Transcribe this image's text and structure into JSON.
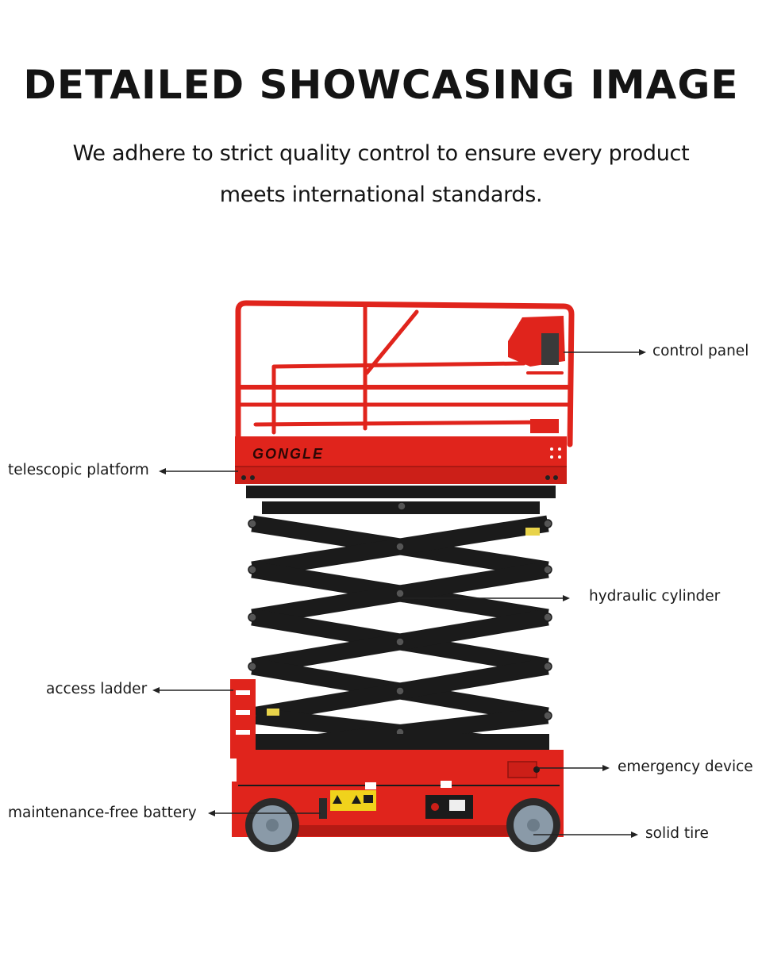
{
  "heading": {
    "title": "DETAILED SHOWCASING IMAGE",
    "subtitle_line1": "We adhere to strict quality control to ensure every product",
    "subtitle_line2": "meets international standards."
  },
  "product": {
    "brand_mark": "GONGLE",
    "colors": {
      "body": "#e0241c",
      "scissor": "#1b1b1b",
      "tire": "#8a9aa8"
    }
  },
  "callouts": {
    "control_panel": "control panel",
    "telescopic_platform": "telescopic platform",
    "hydraulic_cylinder": "hydraulic cylinder",
    "access_ladder": "access ladder",
    "emergency_device": "emergency device",
    "maintenance_free_battery": "maintenance-free battery",
    "solid_tire": "solid tire"
  }
}
